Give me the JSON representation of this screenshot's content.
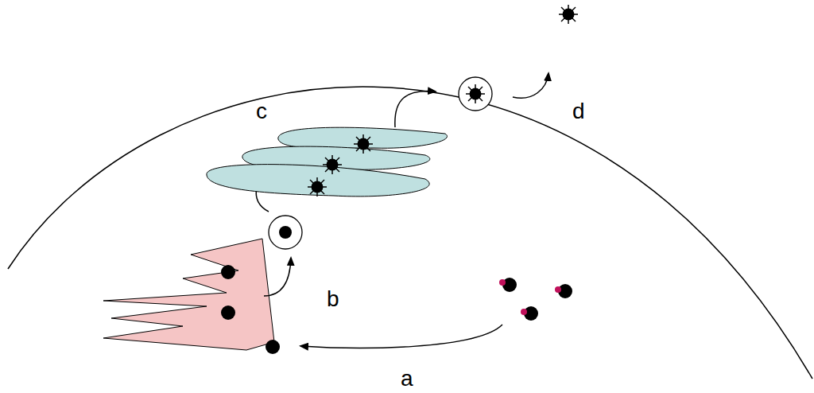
{
  "diagram": {
    "labels": [
      "c",
      "d",
      "b",
      "a"
    ]
  }
}
